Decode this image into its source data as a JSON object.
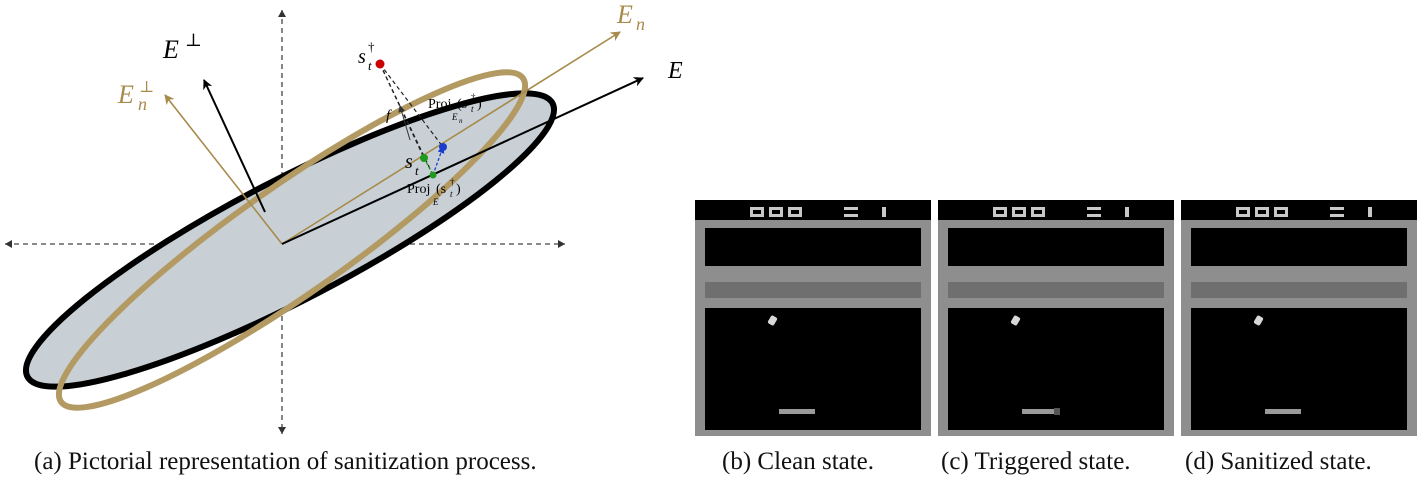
{
  "diagram": {
    "labels": {
      "E": "E",
      "E_perp_base": "E",
      "E_perp_sup": "⊥",
      "En_base": "E",
      "En_sub": "n",
      "En_perp_base": "E",
      "En_perp_sub": "n",
      "En_perp_sup": "⊥",
      "s_t_dagger_base": "s",
      "s_t_dagger_sub": "t",
      "s_t_dagger_sup": "†",
      "s_t_base": "s",
      "s_t_sub": "t",
      "f": "f",
      "proj_En_main": "Proj",
      "proj_En_arg": "(s",
      "proj_En_arg_sub": "t",
      "proj_En_arg_sup": "†",
      "proj_En_close": ")",
      "proj_En_sub": "E",
      "proj_En_sub_sub": "n",
      "proj_E_main": "Proj",
      "proj_E_arg": "(s",
      "proj_E_arg_sub": "t",
      "proj_E_arg_sup": "†",
      "proj_E_close": ")",
      "proj_E_sub": "E"
    },
    "colors": {
      "gold": "#a88a4a",
      "ellipse_fill": "#c8d0d6",
      "red_point": "#cc0000",
      "blue_point": "#1a3ccf",
      "green_point": "#1f9a1f",
      "axis": "#444444"
    }
  },
  "captions": {
    "a": "(a) Pictorial representation of sanitization process.",
    "b": "(b) Clean state.",
    "c": "(c) Triggered state.",
    "d": "(d) Sanitized state."
  },
  "game_frames": [
    {
      "name": "clean",
      "trigger": false
    },
    {
      "name": "triggered",
      "trigger": true
    },
    {
      "name": "sanitized",
      "trigger": false
    }
  ]
}
